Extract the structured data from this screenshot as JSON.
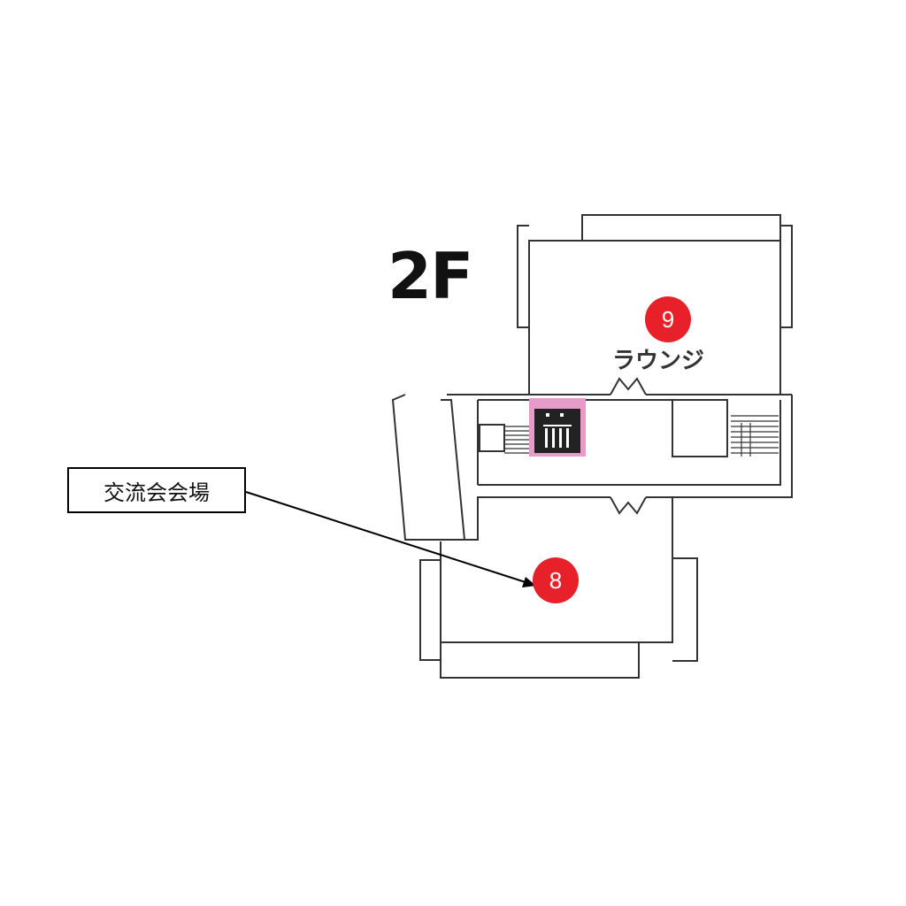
{
  "floor": {
    "label": "2F"
  },
  "rooms": [
    {
      "number": "9",
      "name": "ラウンジ"
    },
    {
      "number": "8"
    }
  ],
  "callout": {
    "text": "交流会会場"
  },
  "colors": {
    "marker": "#e8202a",
    "walls": "#333333",
    "elevator_accent": "#e89ac8"
  },
  "icons": {
    "elevator": "elevator-icon"
  }
}
